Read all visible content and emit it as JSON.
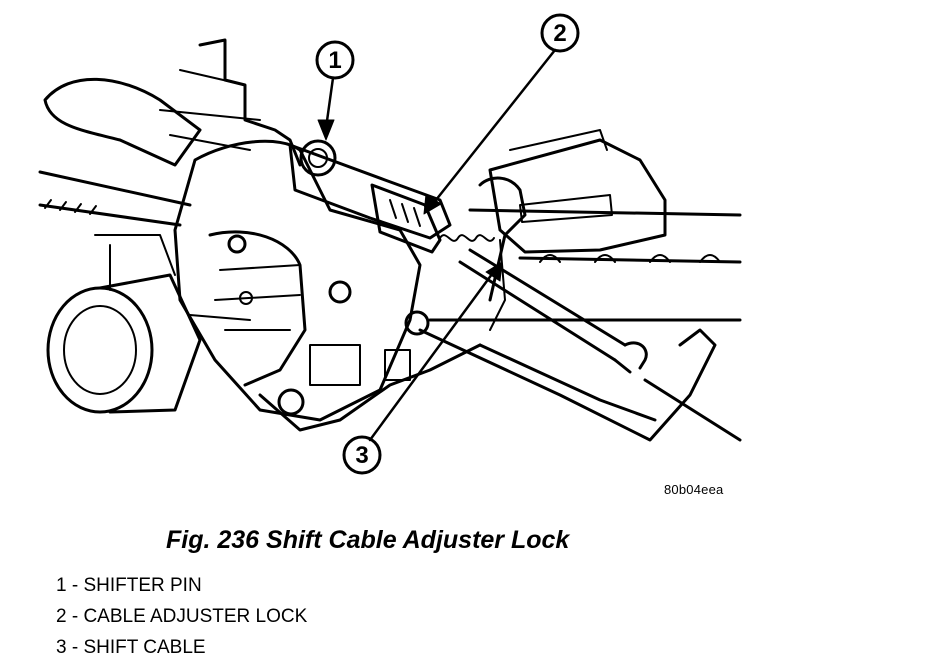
{
  "figure": {
    "image_code": "80b04eea",
    "callouts": [
      "1",
      "2",
      "3"
    ]
  },
  "caption": "Fig. 236 Shift Cable Adjuster Lock",
  "legend": [
    {
      "text": "1 - SHIFTER PIN"
    },
    {
      "text": "2 - CABLE ADJUSTER LOCK"
    },
    {
      "text": "3 - SHIFT CABLE"
    }
  ]
}
